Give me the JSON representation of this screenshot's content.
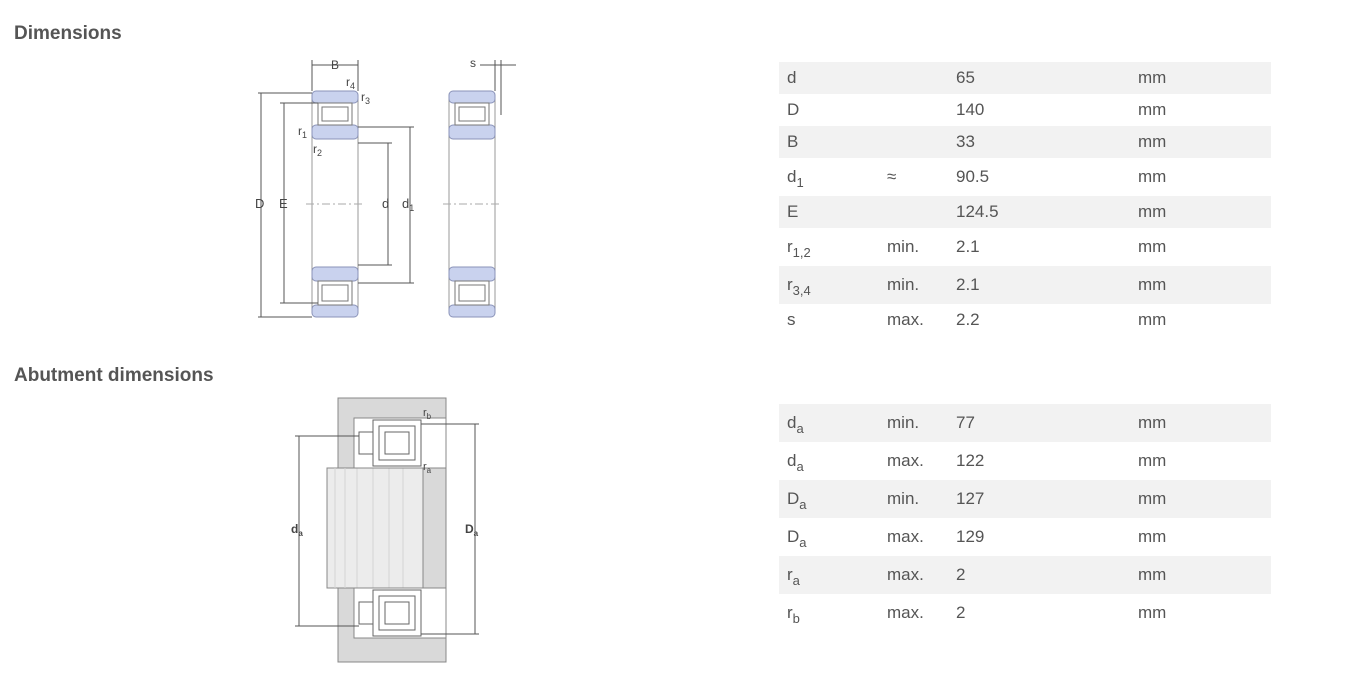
{
  "dimensions": {
    "title": "Dimensions",
    "drawing_labels": {
      "B": "B",
      "s": "s",
      "r4": "r",
      "r4_sub": "4",
      "r3": "r",
      "r3_sub": "3",
      "r1": "r",
      "r1_sub": "1",
      "r2": "r",
      "r2_sub": "2",
      "D": "D",
      "E": "E",
      "d": "d",
      "d1": "d",
      "d1_sub": "1"
    },
    "rows": [
      {
        "sym": "d",
        "sub": "",
        "qual": "",
        "value": "65",
        "unit": "mm"
      },
      {
        "sym": "D",
        "sub": "",
        "qual": "",
        "value": "140",
        "unit": "mm"
      },
      {
        "sym": "B",
        "sub": "",
        "qual": "",
        "value": "33",
        "unit": "mm"
      },
      {
        "sym": "d",
        "sub": "1",
        "qual": "≈",
        "value": "90.5",
        "unit": "mm"
      },
      {
        "sym": "E",
        "sub": "",
        "qual": "",
        "value": "124.5",
        "unit": "mm"
      },
      {
        "sym": "r",
        "sub": "1,2",
        "qual": "min.",
        "value": "2.1",
        "unit": "mm"
      },
      {
        "sym": "r",
        "sub": "3,4",
        "qual": "min.",
        "value": "2.1",
        "unit": "mm"
      },
      {
        "sym": "s",
        "sub": "",
        "qual": "max.",
        "value": "2.2",
        "unit": "mm"
      }
    ]
  },
  "abutment": {
    "title": "Abutment dimensions",
    "drawing_labels": {
      "rb": "r",
      "rb_sub": "b",
      "ra": "r",
      "ra_sub": "a",
      "da": "d",
      "da_sub": "a",
      "Da": "D",
      "Da_sub": "a"
    },
    "rows": [
      {
        "sym": "d",
        "sub": "a",
        "qual": "min.",
        "value": "77",
        "unit": "mm"
      },
      {
        "sym": "d",
        "sub": "a",
        "qual": "max.",
        "value": "122",
        "unit": "mm"
      },
      {
        "sym": "D",
        "sub": "a",
        "qual": "min.",
        "value": "127",
        "unit": "mm"
      },
      {
        "sym": "D",
        "sub": "a",
        "qual": "max.",
        "value": "129",
        "unit": "mm"
      },
      {
        "sym": "r",
        "sub": "a",
        "qual": "max.",
        "value": "2",
        "unit": "mm"
      },
      {
        "sym": "r",
        "sub": "b",
        "qual": "max.",
        "value": "2",
        "unit": "mm"
      }
    ]
  },
  "colors": {
    "text": "#555555",
    "row_stripe": "#f2f2f2",
    "ring_fill": "#c9d2ee",
    "ring_stroke": "#8a93b8",
    "housing": "#d9d9d9"
  }
}
